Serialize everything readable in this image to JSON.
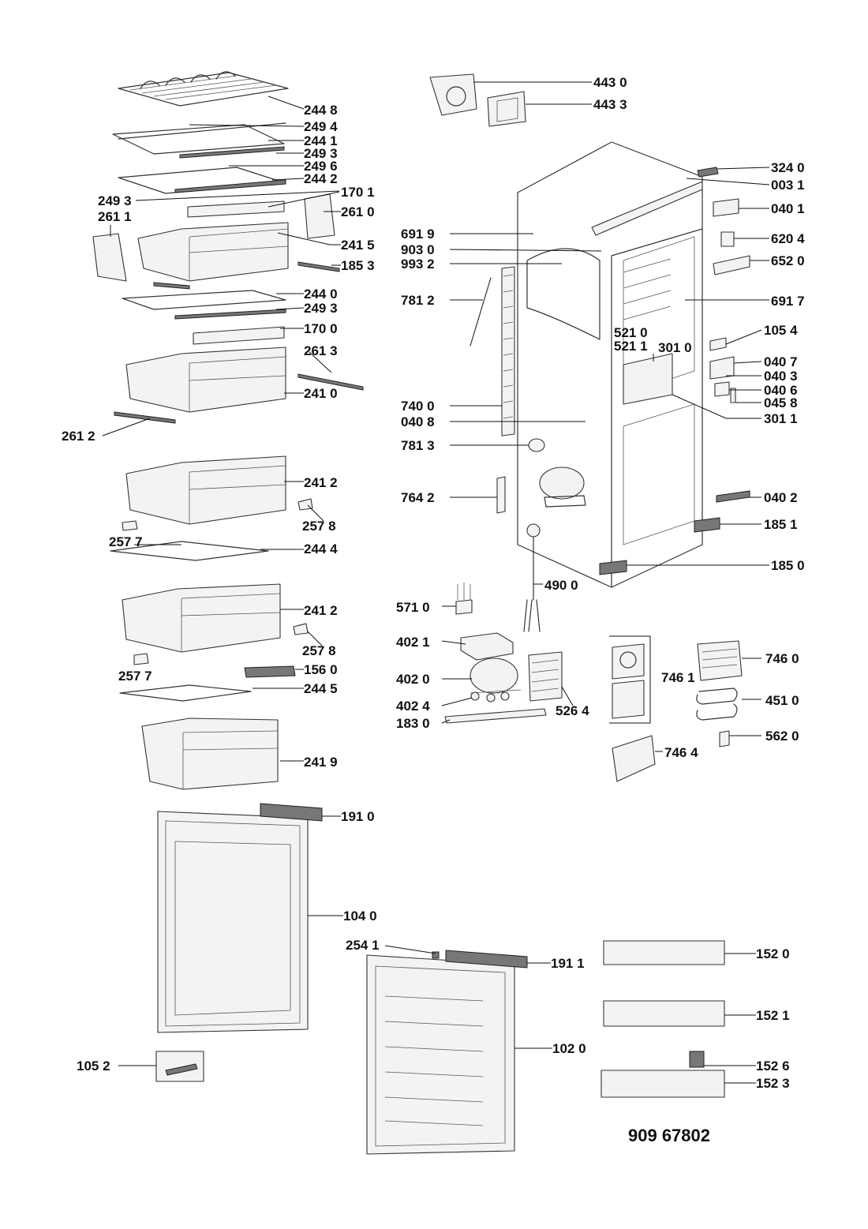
{
  "diagram": {
    "reference_number": "909 67802",
    "labels": [
      "244 8",
      "249 4",
      "244 1",
      "249 3",
      "249 6",
      "244 2",
      "249 3",
      "170 1",
      "261 1",
      "261 0",
      "241 5",
      "185 3",
      "244 0",
      "249 3",
      "170 0",
      "261 3",
      "241 0",
      "261 2",
      "241 2",
      "257 8",
      "257 7",
      "244 4",
      "241 2",
      "257 8",
      "257 7",
      "156 0",
      "244 5",
      "241 9",
      "191 0",
      "104 0",
      "105 2",
      "254 1",
      "191 1",
      "102 0",
      "152 0",
      "152 1",
      "152 6",
      "152 3",
      "443 0",
      "443 3",
      "324 0",
      "003 1",
      "040 1",
      "620 4",
      "652 0",
      "691 9",
      "903 0",
      "993 2",
      "781 2",
      "691 7",
      "105 4",
      "521 0",
      "521 1",
      "301 0",
      "040 7",
      "040 3",
      "040 6",
      "045 8",
      "301 1",
      "740 0",
      "040 8",
      "781 3",
      "764 2",
      "040 2",
      "185 1",
      "185 0",
      "490 0",
      "571 0",
      "402 1",
      "402 0",
      "402 4",
      "183 0",
      "526 4",
      "746 1",
      "746 0",
      "451 0",
      "562 0",
      "746 4"
    ]
  }
}
